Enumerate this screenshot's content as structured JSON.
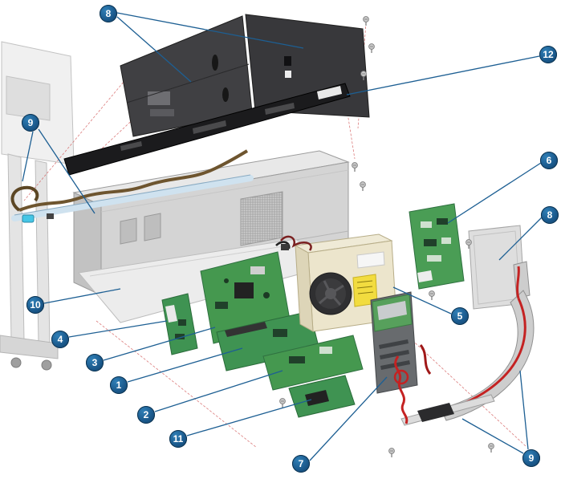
{
  "figure": {
    "type": "exploded-parts-diagram",
    "accent_color": "#1b5a8d",
    "leader_line_color": "#1d5f93",
    "alignment_line_color": "#d05050",
    "pcb_color": "#3f9352",
    "callout_text_color": "#ffffff"
  },
  "callouts": [
    {
      "id": "top-cover-panels",
      "label": "8"
    },
    {
      "id": "rear-trim-strip",
      "label": "12"
    },
    {
      "id": "left-tubes",
      "label": "9"
    },
    {
      "id": "interconnect-board",
      "label": "6"
    },
    {
      "id": "right-side-cover",
      "label": "8"
    },
    {
      "id": "power-supply-unit",
      "label": "5"
    },
    {
      "id": "bottom-tray",
      "label": "10"
    },
    {
      "id": "small-pca-board",
      "label": "4"
    },
    {
      "id": "main-pca-board",
      "label": "3"
    },
    {
      "id": "board-one",
      "label": "1"
    },
    {
      "id": "board-two",
      "label": "2"
    },
    {
      "id": "board-eleven",
      "label": "11"
    },
    {
      "id": "bracket-panel",
      "label": "7"
    },
    {
      "id": "right-arc-cable",
      "label": "9"
    }
  ]
}
